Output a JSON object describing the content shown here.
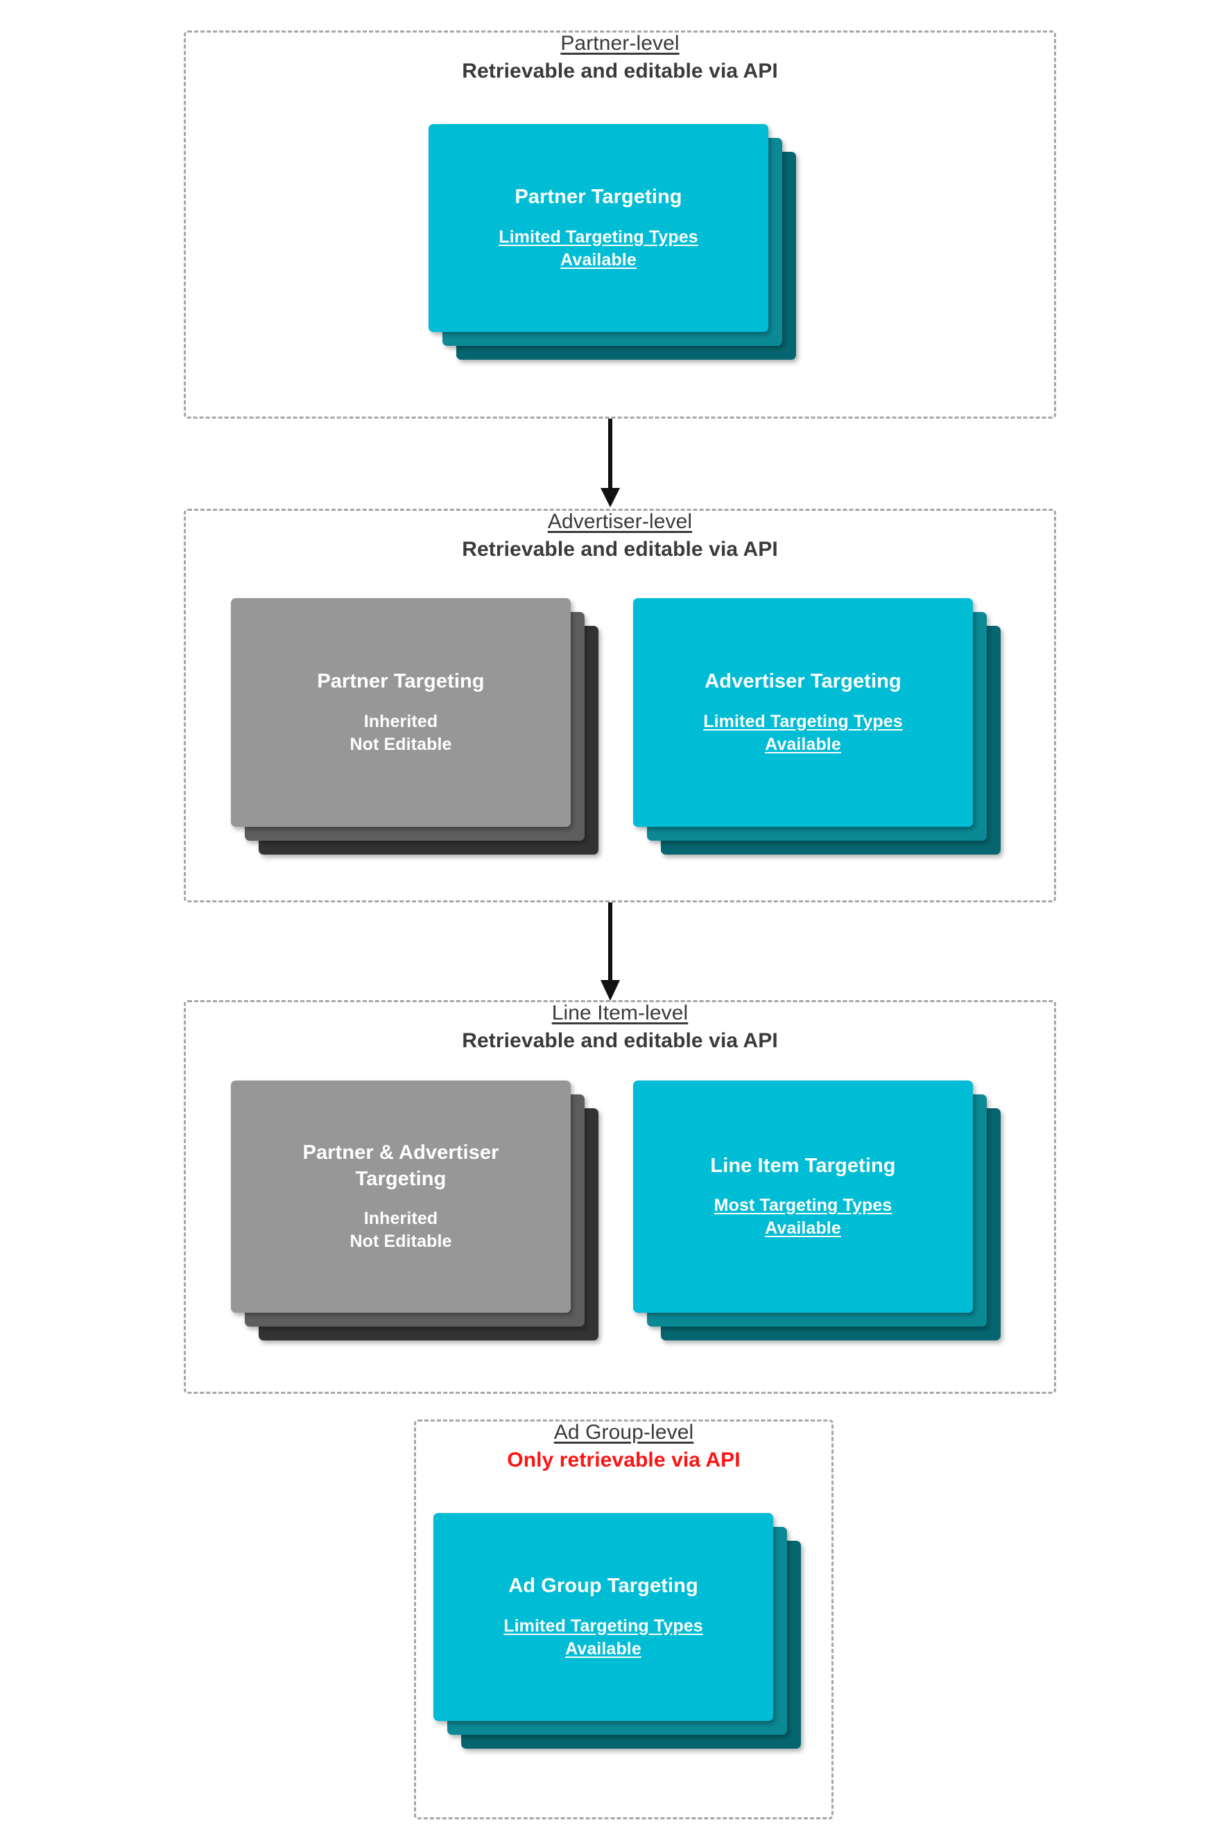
{
  "diagram": {
    "title_semantic": "targeting-inheritance-hierarchy",
    "colors": {
      "card_front_cyan": "#00bcd4",
      "card_mid_teal": "#0b8a96",
      "card_back_teal": "#066670",
      "card_front_gray": "#979797",
      "card_mid_gray": "#5e5e5e",
      "card_back_gray": "#333333",
      "heading_text": "#3a3a3a",
      "warning_text": "#ff1414",
      "dashed_border": "#a6a6a6",
      "arrow": "#111111"
    }
  },
  "levels": [
    {
      "id": "partner-level",
      "name": "Partner-level",
      "api_note": "Retrievable and editable via API",
      "api_note_warning": false,
      "cards": [
        {
          "id": "partner-targeting",
          "title": "Partner Targeting",
          "sub_line1": "Limited Targeting Types",
          "sub_line2": "Available",
          "sub_underlined": true,
          "variant": "cyan"
        }
      ]
    },
    {
      "id": "advertiser-level",
      "name": "Advertiser-level",
      "api_note": "Retrievable and editable via API",
      "api_note_warning": false,
      "cards": [
        {
          "id": "inherited-partner-targeting",
          "title": "Partner Targeting",
          "sub_line1": "Inherited",
          "sub_line2": "Not Editable",
          "sub_underlined": false,
          "variant": "gray"
        },
        {
          "id": "advertiser-targeting",
          "title": "Advertiser Targeting",
          "sub_line1": "Limited Targeting Types",
          "sub_line2": "Available",
          "sub_underlined": true,
          "variant": "cyan"
        }
      ]
    },
    {
      "id": "line-item-level",
      "name": "Line Item-level",
      "api_note": "Retrievable and editable via API",
      "api_note_warning": false,
      "cards": [
        {
          "id": "inherited-partner-advertiser-targeting",
          "title": "Partner & Advertiser Targeting",
          "sub_line1": "Inherited",
          "sub_line2": "Not Editable",
          "sub_underlined": false,
          "variant": "gray"
        },
        {
          "id": "line-item-targeting",
          "title": "Line Item Targeting",
          "sub_line1": "Most Targeting Types",
          "sub_line2": "Available",
          "sub_underlined": true,
          "variant": "cyan"
        }
      ]
    },
    {
      "id": "ad-group-level",
      "name": "Ad Group-level",
      "api_note": "Only retrievable via API",
      "api_note_warning": true,
      "cards": [
        {
          "id": "ad-group-targeting",
          "title": "Ad Group Targeting",
          "sub_line1": "Limited Targeting Types",
          "sub_line2": "Available",
          "sub_underlined": true,
          "variant": "cyan"
        }
      ]
    }
  ],
  "arrows": [
    {
      "id": "arrow-partner-to-advertiser",
      "from": "partner-level",
      "to": "advertiser-level"
    },
    {
      "id": "arrow-advertiser-to-line-item",
      "from": "advertiser-level",
      "to": "line-item-level"
    }
  ]
}
